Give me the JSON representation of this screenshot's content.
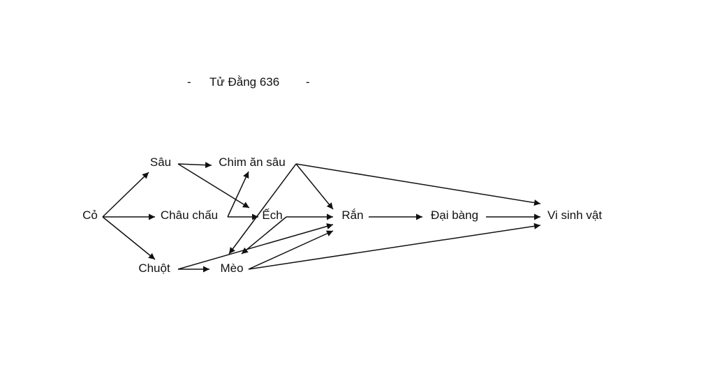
{
  "title": {
    "dash_left": "-",
    "text": "Tử  Đằng 636",
    "dash_right": "-"
  },
  "nodes": {
    "co": "Cỏ",
    "sau": "Sâu",
    "chau_chau": "Châu chấu",
    "chuot": "Chuột",
    "chim_an_sau": "Chim ăn sâu",
    "ech": "Ếch",
    "meo": "Mèo",
    "ran": "Rắn",
    "dai_bang": "Đại bàng",
    "vi_sinh_vat": "Vi sinh vật"
  },
  "edges": [
    {
      "from": "co",
      "to": "sau"
    },
    {
      "from": "co",
      "to": "chau_chau"
    },
    {
      "from": "co",
      "to": "chuot"
    },
    {
      "from": "sau",
      "to": "chim_an_sau"
    },
    {
      "from": "sau",
      "to": "ech"
    },
    {
      "from": "chau_chau",
      "to": "chim_an_sau"
    },
    {
      "from": "chau_chau",
      "to": "ech"
    },
    {
      "from": "chim_an_sau",
      "to": "ran"
    },
    {
      "from": "chim_an_sau",
      "to": "meo"
    },
    {
      "from": "chim_an_sau",
      "to": "vi_sinh_vat"
    },
    {
      "from": "ech",
      "to": "ran"
    },
    {
      "from": "ech",
      "to": "meo"
    },
    {
      "from": "chuot",
      "to": "meo"
    },
    {
      "from": "chuot",
      "to": "ran"
    },
    {
      "from": "meo",
      "to": "ran"
    },
    {
      "from": "meo",
      "to": "vi_sinh_vat"
    },
    {
      "from": "ran",
      "to": "dai_bang"
    },
    {
      "from": "dai_bang",
      "to": "vi_sinh_vat"
    }
  ]
}
